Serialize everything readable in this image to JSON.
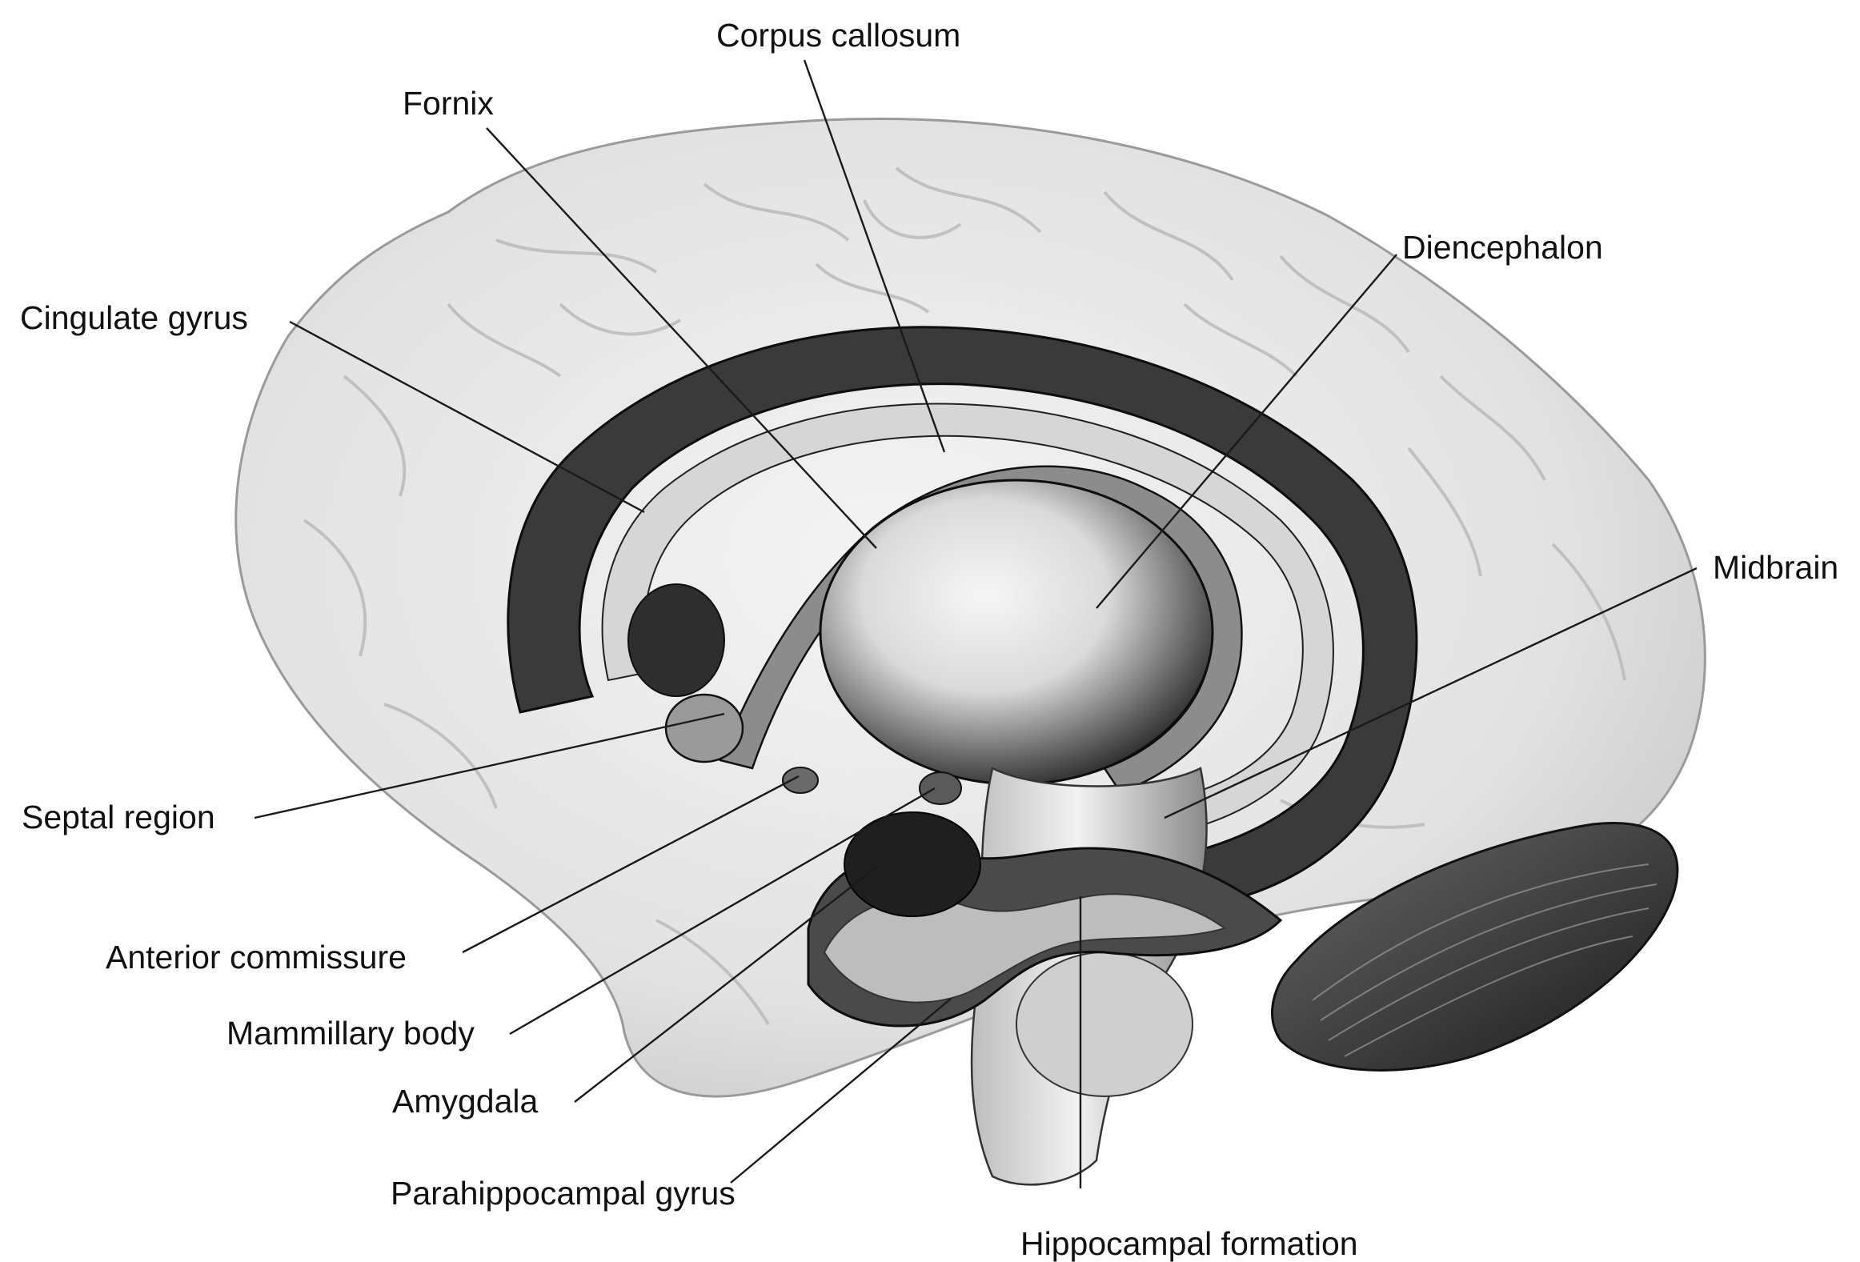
{
  "labels": {
    "corpus_callosum": "Corpus callosum",
    "fornix": "Fornix",
    "diencephalon": "Diencephalon",
    "cingulate_gyrus": "Cingulate gyrus",
    "midbrain": "Midbrain",
    "septal_region": "Septal region",
    "anterior_commissure": "Anterior commissure",
    "mammillary_body": "Mammillary body",
    "amygdala": "Amygdala",
    "parahippocampal_gyrus": "Parahippocampal gyrus",
    "hippocampal_formation": "Hippocampal formation"
  }
}
